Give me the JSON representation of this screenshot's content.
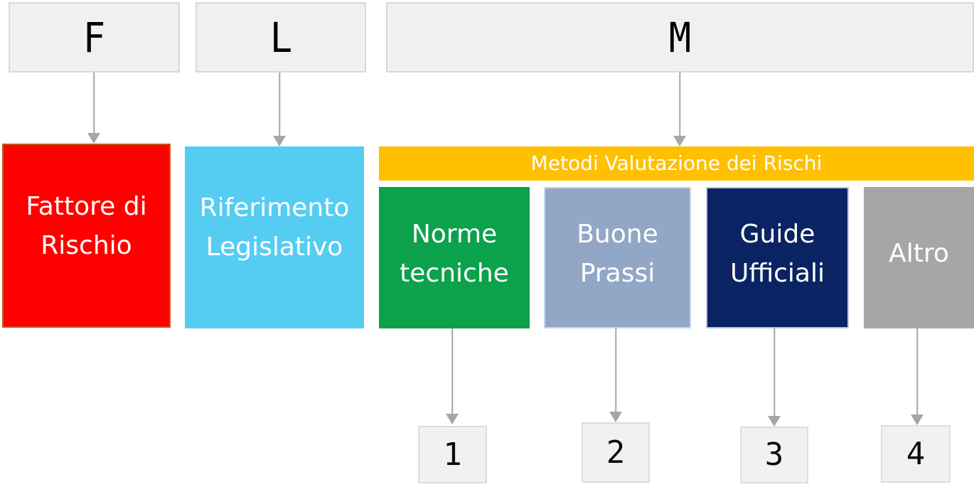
{
  "canvas": {
    "background": "#FFFFFF"
  },
  "arrow_color": "#A6A6A6",
  "top_row": {
    "fill": "#F0F0F0",
    "border": "#D9D9D9",
    "f": "F",
    "l": "L",
    "m": "M"
  },
  "risk_factor_box": {
    "line1": "Fattore di",
    "line2": "Rischio",
    "fill": "#FE0000",
    "border": "#C55A11",
    "text_color": "#FFFFFF"
  },
  "legal_reference_box": {
    "line1": "Riferimento",
    "line2": "Legislativo",
    "fill": "#55CDF2",
    "text_color": "#FFFFFF"
  },
  "methods_bar": {
    "title": "Metodi Valutazione dei Rischi",
    "fill": "#FFC000",
    "text_color": "#FFFFFF"
  },
  "method_boxes": [
    {
      "line1": "Norme",
      "line2": "tecniche",
      "fill": "#0CA24C",
      "number": "1"
    },
    {
      "line1": "Buone",
      "line2": "Prassi",
      "fill": "#92A7C6",
      "border": "#CBD5E5",
      "number": "2"
    },
    {
      "line1": "Guide",
      "line2": "Ufficiali",
      "fill": "#0A2463",
      "border": "#B9C5DE",
      "number": "3"
    },
    {
      "line1": "Altro",
      "fill": "#A6A6A6",
      "number": "4"
    }
  ],
  "number_boxes": {
    "fill": "#F1F1F1",
    "border": "#DDDDDD",
    "values": [
      "1",
      "2",
      "3",
      "4"
    ]
  }
}
